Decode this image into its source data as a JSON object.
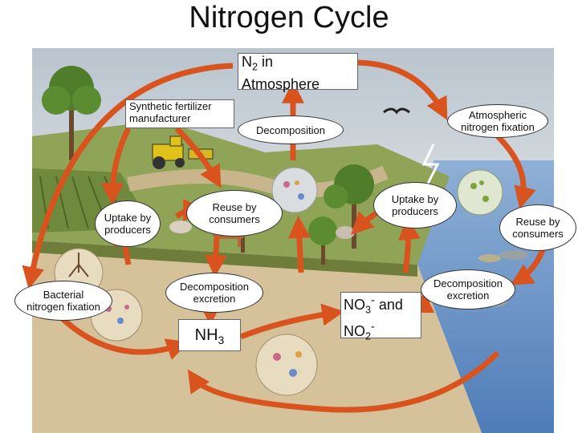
{
  "title": "Nitrogen Cycle",
  "labels": {
    "n2_main": "N",
    "n2_sub": "2",
    "n2_rest": " in",
    "n2_line2": "Atmosphere",
    "synthetic_line1": "Synthetic fertilizer",
    "synthetic_line2": "manufacturer",
    "decomposition_top": "Decomposition",
    "atmospheric_line1": "Atmospheric",
    "atmospheric_line2": "nitrogen fixation",
    "uptake_left_line1": "Uptake by",
    "uptake_left_line2": "producers",
    "reuse_left_line1": "Reuse by",
    "reuse_left_line2": "consumers",
    "uptake_right_line1": "Uptake by",
    "uptake_right_line2": "producers",
    "reuse_right_line1": "Reuse by",
    "reuse_right_line2": "consumers",
    "bacterial_line1": "Bacterial",
    "bacterial_line2": "nitrogen fixation",
    "decomp_excretion_left_line1": "Decomposition",
    "decomp_excretion_left_line2": "excretion",
    "decomp_excretion_right_line1": "Decomposition",
    "decomp_excretion_right_line2": "excretion",
    "nh3_main": "NH",
    "nh3_sub": "3",
    "no3_main": "NO",
    "no3_sub": "3",
    "no3_sup": "-",
    "no3_and": "and",
    "no2_main": "NO",
    "no2_sub": "2",
    "no2_sup": "-"
  },
  "colors": {
    "sky": "#c9d3dd",
    "land": "#8fa457",
    "soil": "#d9c7a0",
    "water": "#6b93c4",
    "arrow": "#d9531e"
  }
}
